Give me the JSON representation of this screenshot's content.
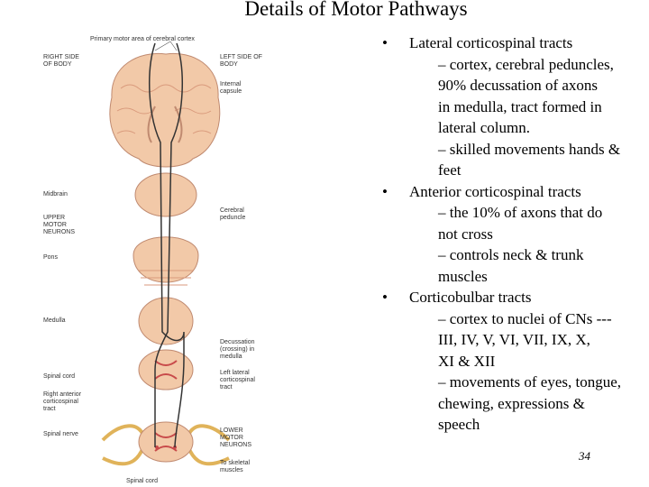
{
  "title": "Details of Motor Pathways",
  "figure": {
    "labels": {
      "primary_motor_area": "Primary motor area of cerebral cortex",
      "right_side": "RIGHT SIDE OF BODY",
      "left_side": "LEFT SIDE OF BODY",
      "internal_capsule": "Internal capsule",
      "midbrain": "Midbrain",
      "upper_motor": "UPPER MOTOR NEURONS",
      "cerebral_peduncle": "Cerebral peduncle",
      "pons": "Pons",
      "medulla": "Medulla",
      "decussation": "Decussation (crossing) in medulla",
      "spinal_cord_1": "Spinal cord",
      "lateral_cst": "Left lateral corticospinal tract",
      "anterior_cst": "Right anterior corticospinal tract",
      "spinal_nerve": "Spinal nerve",
      "lower_motor": "LOWER MOTOR NEURONS",
      "to_muscles": "To skeletal muscles",
      "spinal_cord_2": "Spinal cord"
    }
  },
  "bullets": [
    {
      "text": "Lateral corticospinal tracts",
      "subs": [
        [
          "– cortex, cerebral peduncles,",
          "90% decussation of axons",
          "in medulla,  tract formed in",
          "lateral column."
        ],
        [
          "– skilled movements hands &",
          "feet"
        ]
      ]
    },
    {
      "text": "Anterior corticospinal tracts",
      "subs": [
        [
          "– the 10% of axons that do",
          "not cross"
        ],
        [
          "– controls neck & trunk",
          "muscles"
        ]
      ]
    },
    {
      "text": "Corticobulbar tracts",
      "subs": [
        [
          "– cortex to nuclei of CNs ---",
          "III, IV, V, VI, VII, IX, X,",
          "XI & XII"
        ],
        [
          "– movements of eyes, tongue,",
          "chewing, expressions &",
          "speech"
        ]
      ]
    }
  ],
  "bullet_char": "•",
  "page_number": "34",
  "colors": {
    "tissue": "#f2c9a8",
    "tissue_dark": "#d99a7c",
    "nerve": "#e0b35a",
    "tract": "#333333"
  }
}
